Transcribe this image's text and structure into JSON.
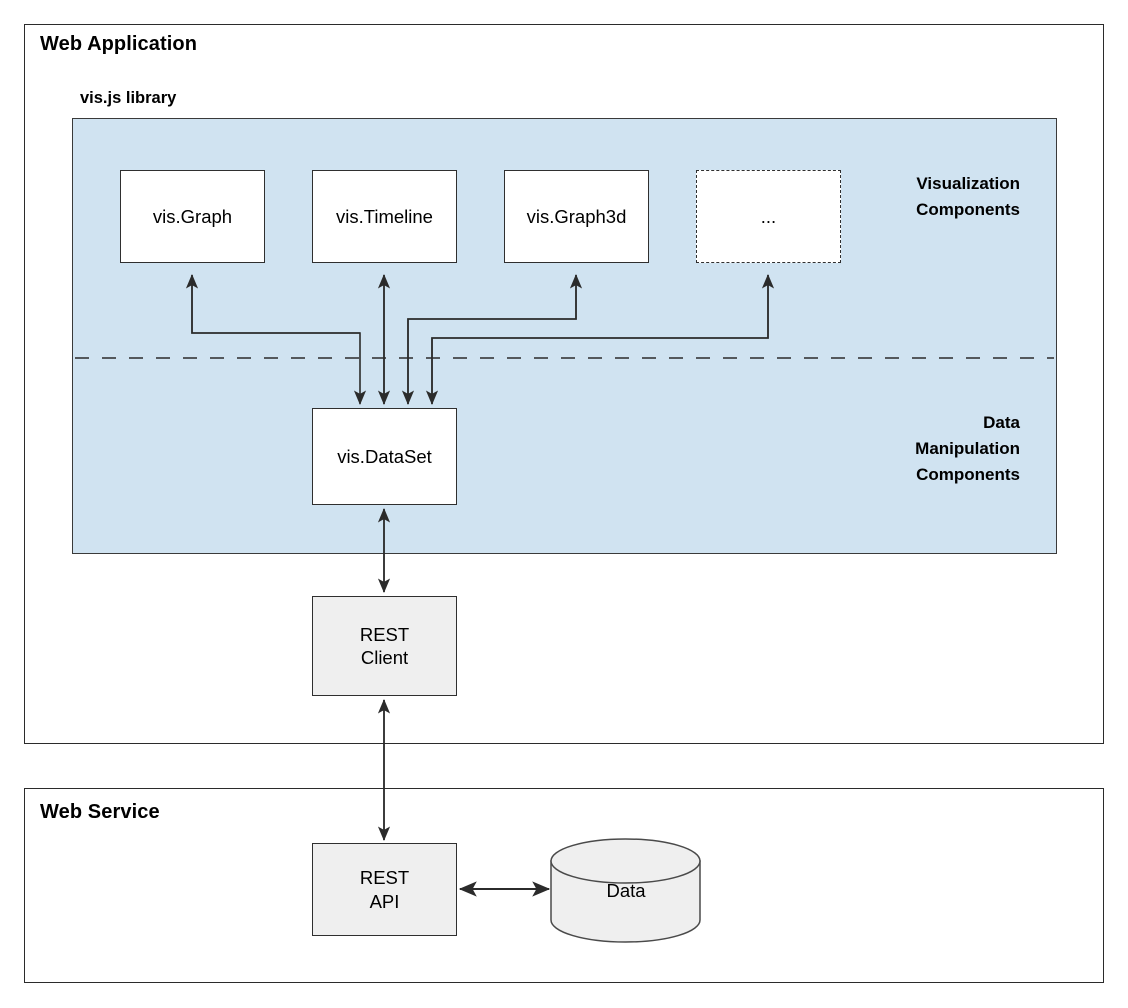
{
  "diagram": {
    "type": "architecture-block-diagram",
    "title_visible": false,
    "colors": {
      "library_fill": "#d0e3f1",
      "node_fill": "#ffffff",
      "grey_node_fill": "#efefef",
      "stroke": "#2f2f2f",
      "background": "#ffffff"
    },
    "frames": [
      {
        "id": "web-application",
        "label": "Web Application"
      },
      {
        "id": "web-service",
        "label": "Web Service"
      }
    ],
    "library": {
      "label": "vis.js library",
      "section_labels": [
        {
          "id": "visualization",
          "text": "Visualization\nComponents"
        },
        {
          "id": "data-manipulation",
          "text": "Data\nManipulation\nComponents"
        }
      ],
      "divider": "dashed"
    },
    "nodes": [
      {
        "id": "vis-graph",
        "label": "vis.Graph",
        "style": "solid"
      },
      {
        "id": "vis-timeline",
        "label": "vis.Timeline",
        "style": "solid"
      },
      {
        "id": "vis-graph3d",
        "label": "vis.Graph3d",
        "style": "solid"
      },
      {
        "id": "more",
        "label": "...",
        "style": "dashed"
      },
      {
        "id": "vis-dataset",
        "label": "vis.DataSet",
        "style": "solid"
      },
      {
        "id": "rest-client",
        "label": "REST\nClient",
        "style": "grey"
      },
      {
        "id": "rest-api",
        "label": "REST\nAPI",
        "style": "grey"
      },
      {
        "id": "data-store",
        "label": "Data",
        "style": "cylinder"
      }
    ],
    "edges": [
      {
        "from": "vis-dataset",
        "to": "vis-graph",
        "direction": "up"
      },
      {
        "from": "vis-dataset",
        "to": "vis-timeline",
        "direction": "up"
      },
      {
        "from": "vis-dataset",
        "to": "vis-graph3d",
        "direction": "up"
      },
      {
        "from": "vis-dataset",
        "to": "more",
        "direction": "up"
      },
      {
        "from": "vis-graph",
        "to": "vis-dataset",
        "direction": "down"
      },
      {
        "from": "vis-timeline",
        "to": "vis-dataset",
        "direction": "down"
      },
      {
        "from": "vis-graph3d",
        "to": "vis-dataset",
        "direction": "down"
      },
      {
        "from": "more",
        "to": "vis-dataset",
        "direction": "down"
      },
      {
        "from": "vis-dataset",
        "to": "rest-client",
        "direction": "both"
      },
      {
        "from": "rest-client",
        "to": "rest-api",
        "direction": "both"
      },
      {
        "from": "rest-api",
        "to": "data-store",
        "direction": "both"
      }
    ]
  }
}
